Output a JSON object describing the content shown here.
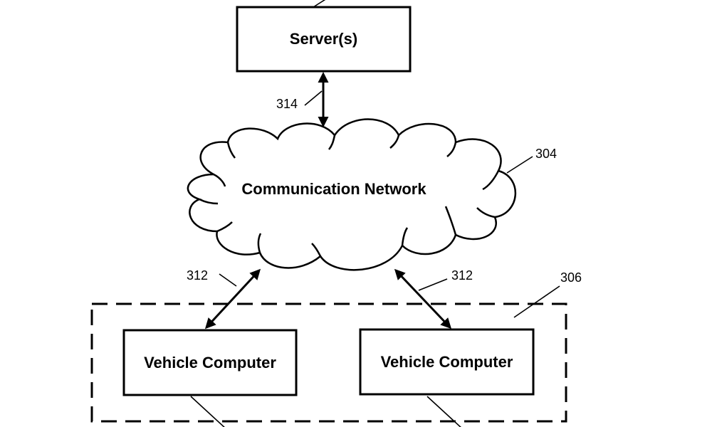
{
  "diagram": {
    "server": {
      "label": "Server(s)"
    },
    "network": {
      "label": "Communication Network",
      "ref": "304"
    },
    "links": {
      "server_network_ref": "314",
      "left_vehicle_ref": "312",
      "right_vehicle_ref": "312"
    },
    "vehicle_group": {
      "ref": "306"
    },
    "vehicles": [
      {
        "label": "Vehicle Computer"
      },
      {
        "label": "Vehicle Computer"
      }
    ]
  }
}
